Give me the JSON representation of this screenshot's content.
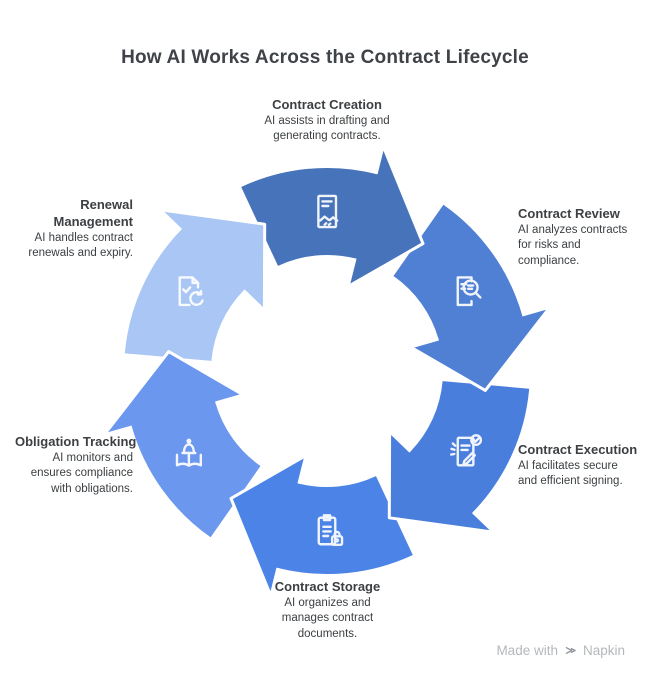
{
  "title": "How AI Works Across the Contract Lifecycle",
  "watermark": {
    "prefix": "Made with",
    "brand": "Napkin",
    "logo_icon": "napkin-logo-icon"
  },
  "diagram": {
    "type": "cycle",
    "direction": "clockwise",
    "stage_count": 6,
    "inner_background": "#ffffff",
    "stages": [
      {
        "id": "contract-creation",
        "label": "Contract Creation",
        "description": "AI assists in drafting and generating contracts.",
        "icon": "document-handshake-icon",
        "color": "#4673BA"
      },
      {
        "id": "contract-review",
        "label": "Contract Review",
        "description": "AI analyzes contracts for risks and compliance.",
        "icon": "document-magnifier-icon",
        "color": "#4F80D4"
      },
      {
        "id": "contract-execution",
        "label": "Contract Execution",
        "description": "AI facilitates secure and efficient signing.",
        "icon": "document-signature-icon",
        "color": "#4A7EDC"
      },
      {
        "id": "contract-storage",
        "label": "Contract Storage",
        "description": "AI organizes and manages contract documents.",
        "icon": "clipboard-lock-icon",
        "color": "#4B83E6"
      },
      {
        "id": "obligation-tracking",
        "label": "Obligation Tracking",
        "description": "AI monitors and ensures compliance with obligations.",
        "icon": "bell-book-icon",
        "color": "#6B97EF"
      },
      {
        "id": "renewal-management",
        "label": "Renewal Management",
        "description": "AI handles contract renewals and expiry.",
        "icon": "document-refresh-icon",
        "color": "#A9C6F4"
      }
    ]
  }
}
